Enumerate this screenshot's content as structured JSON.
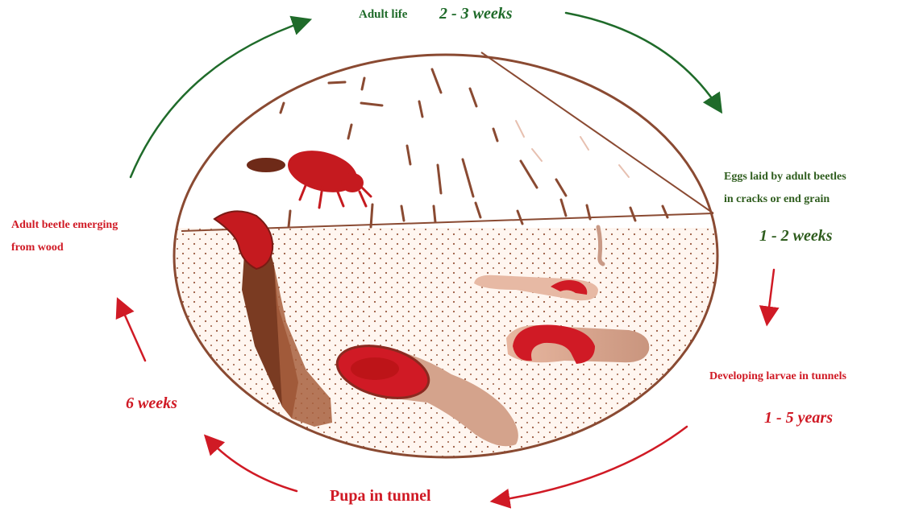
{
  "colors": {
    "adult_stage": "#1f6b2a",
    "eggs_stage": "#2f5d1e",
    "larva_stage": "#d01a25",
    "wood_brown": "#7a3b22",
    "outline": "#8a4a32"
  },
  "stages": {
    "adult_life": {
      "label": "Adult life",
      "duration": "2 - 3 weeks"
    },
    "eggs": {
      "label_line1": "Eggs laid by adult beetles",
      "label_line2": "in cracks or end grain",
      "duration": "1 - 2 weeks"
    },
    "larvae": {
      "label": "Developing larvae in tunnels",
      "duration": "1 - 5 years"
    },
    "pupa": {
      "label": "Pupa in tunnel"
    },
    "emerging": {
      "label_line1": "Adult beetle emerging",
      "label_line2": "from wood",
      "duration": "6 weeks"
    }
  }
}
